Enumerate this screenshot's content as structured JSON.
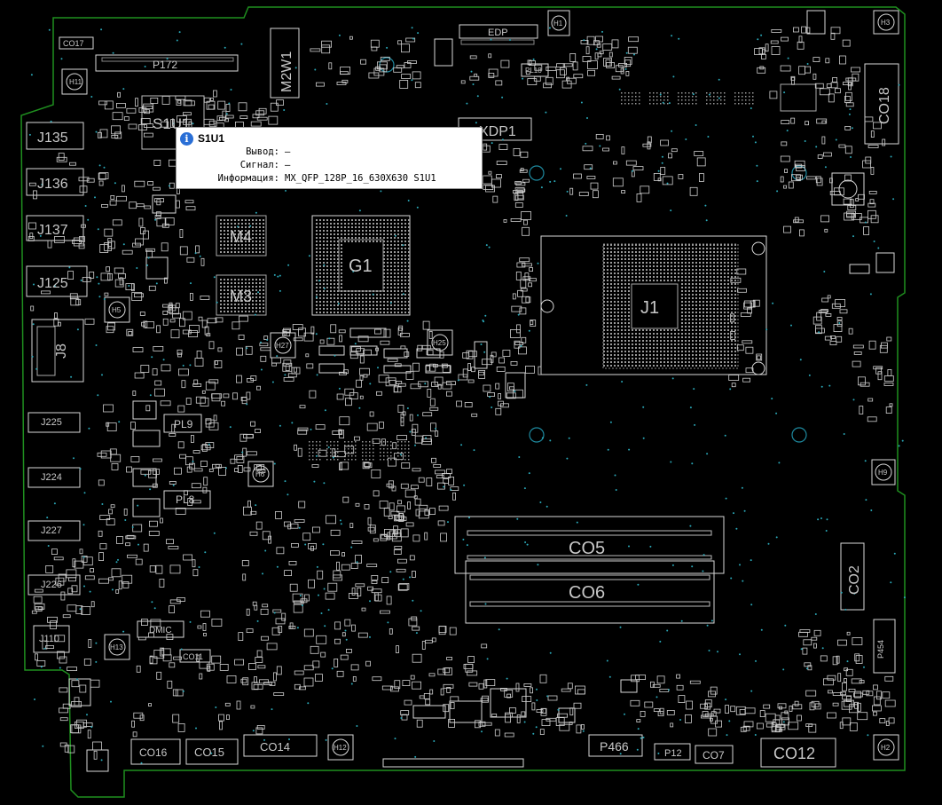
{
  "tooltip": {
    "title": "S1U1",
    "rows": [
      {
        "label": "Вывод:",
        "value": "—"
      },
      {
        "label": "Сигнал:",
        "value": "—"
      },
      {
        "label": "Информация:",
        "value": "MX_QFP_128P_16_630X630 S1U1"
      }
    ]
  },
  "labels": {
    "CO17": "CO17",
    "P172": "P172",
    "M2W1": "M2W1",
    "EDP": "EDP",
    "CO18": "CO18",
    "S1U1": "S1U1",
    "J135": "J135",
    "J136": "J136",
    "J137": "J137",
    "J125": "J125",
    "J8": "J8",
    "XDP1": "XDP1",
    "M4": "M4",
    "M3": "M3",
    "G1": "G1",
    "J1": "J1",
    "PL9": "PL9",
    "PL8": "PL8",
    "CO5": "CO5",
    "CO6": "CO6",
    "CO2": "CO2",
    "DMIC": "DMIC",
    "CO11": "CO11",
    "CO16": "CO16",
    "CO15": "CO15",
    "CO14": "CO14",
    "P466": "P466",
    "P12": "P12",
    "CO7": "CO7",
    "CO12": "CO12",
    "P454": "P454",
    "J225": "J225",
    "J224": "J224",
    "J227": "J227",
    "J226": "J226",
    "J110": "J110",
    "H1": "H1",
    "H2": "H2",
    "H3": "H3",
    "H5": "H5",
    "H6": "H6",
    "H9": "H9",
    "H11": "H11",
    "H12": "H12",
    "H13": "H13",
    "H25": "H25",
    "H27": "H27",
    "PL18": "PL18"
  }
}
